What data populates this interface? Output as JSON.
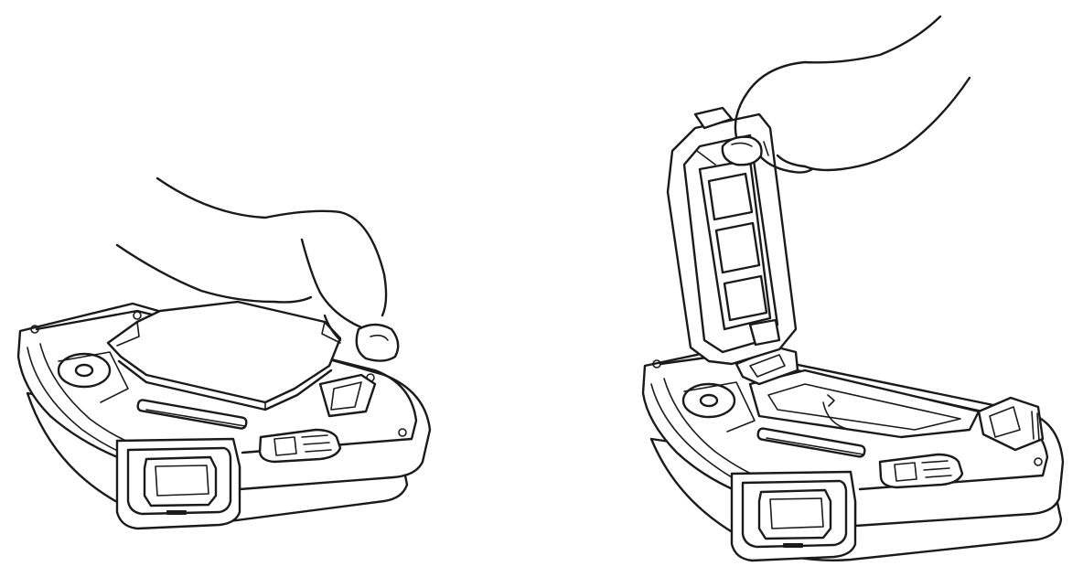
{
  "figure": {
    "panels": [
      {
        "id": "panel-1",
        "step": "close-dustbin-lid"
      },
      {
        "id": "panel-2",
        "step": "open-dustbin-lid"
      }
    ],
    "colors": {
      "line": "#1a1a1a",
      "background": "#ffffff"
    }
  }
}
